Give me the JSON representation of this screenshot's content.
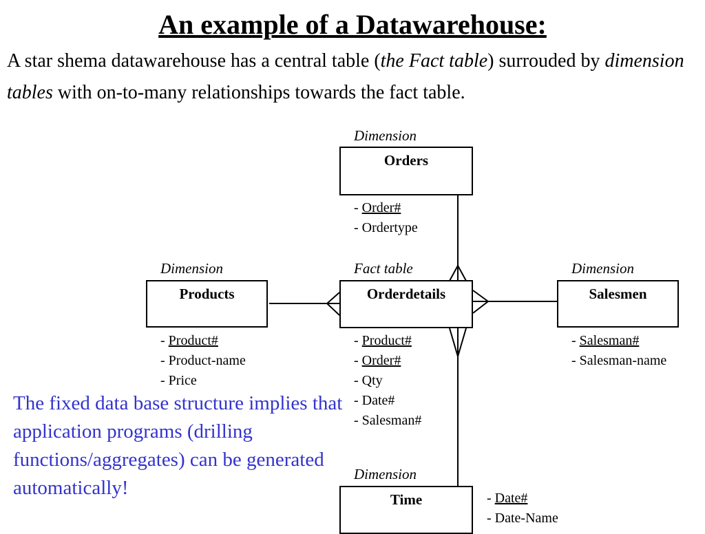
{
  "slide": {
    "title": "An example of a Datawarehouse:",
    "intro": {
      "part1": "A star shema datawarehouse has a central table (",
      "fact_term": "the Fact table",
      "part2": ") surrouded by ",
      "dimension_term": "dimension tables",
      "part3": " with on-to-many relationships towards the fact table."
    },
    "note": "The fixed data base structure implies that application programs (drilling functions/aggregates) can be generated automatically!",
    "colors": {
      "note": "#3333cc"
    }
  },
  "diagram": {
    "orders": {
      "role": "Dimension",
      "name": "Orders",
      "attrs": [
        {
          "prefix": "- ",
          "text": "Order#",
          "key": true
        },
        {
          "prefix": "- ",
          "text": "Ordertype",
          "key": false
        }
      ]
    },
    "products": {
      "role": "Dimension",
      "name": "Products",
      "attrs": [
        {
          "prefix": "- ",
          "text": "Product#",
          "key": true
        },
        {
          "prefix": "- ",
          "text": "Product-name",
          "key": false
        },
        {
          "prefix": "- ",
          "text": "Price",
          "key": false
        }
      ]
    },
    "orderdetails": {
      "role": "Fact table",
      "name": "Orderdetails",
      "attrs": [
        {
          "prefix": "- ",
          "text": "Product#",
          "key": true
        },
        {
          "prefix": "- ",
          "text": "Order#",
          "key": true
        },
        {
          "prefix": "- ",
          "text": "Qty",
          "key": false
        },
        {
          "prefix": "- ",
          "text": "Date#",
          "key": false
        },
        {
          "prefix": "- ",
          "text": "Salesman#",
          "key": false
        }
      ]
    },
    "salesmen": {
      "role": "Dimension",
      "name": "Salesmen",
      "attrs": [
        {
          "prefix": "- ",
          "text": "Salesman#",
          "key": true
        },
        {
          "prefix": "- ",
          "text": "Salesman-name",
          "key": false
        }
      ]
    },
    "time": {
      "role": "Dimension",
      "name": "Time",
      "attrs": [
        {
          "prefix": "- ",
          "text": "Date#",
          "key": true
        },
        {
          "prefix": "- ",
          "text": "Date-Name",
          "key": false
        }
      ]
    }
  }
}
